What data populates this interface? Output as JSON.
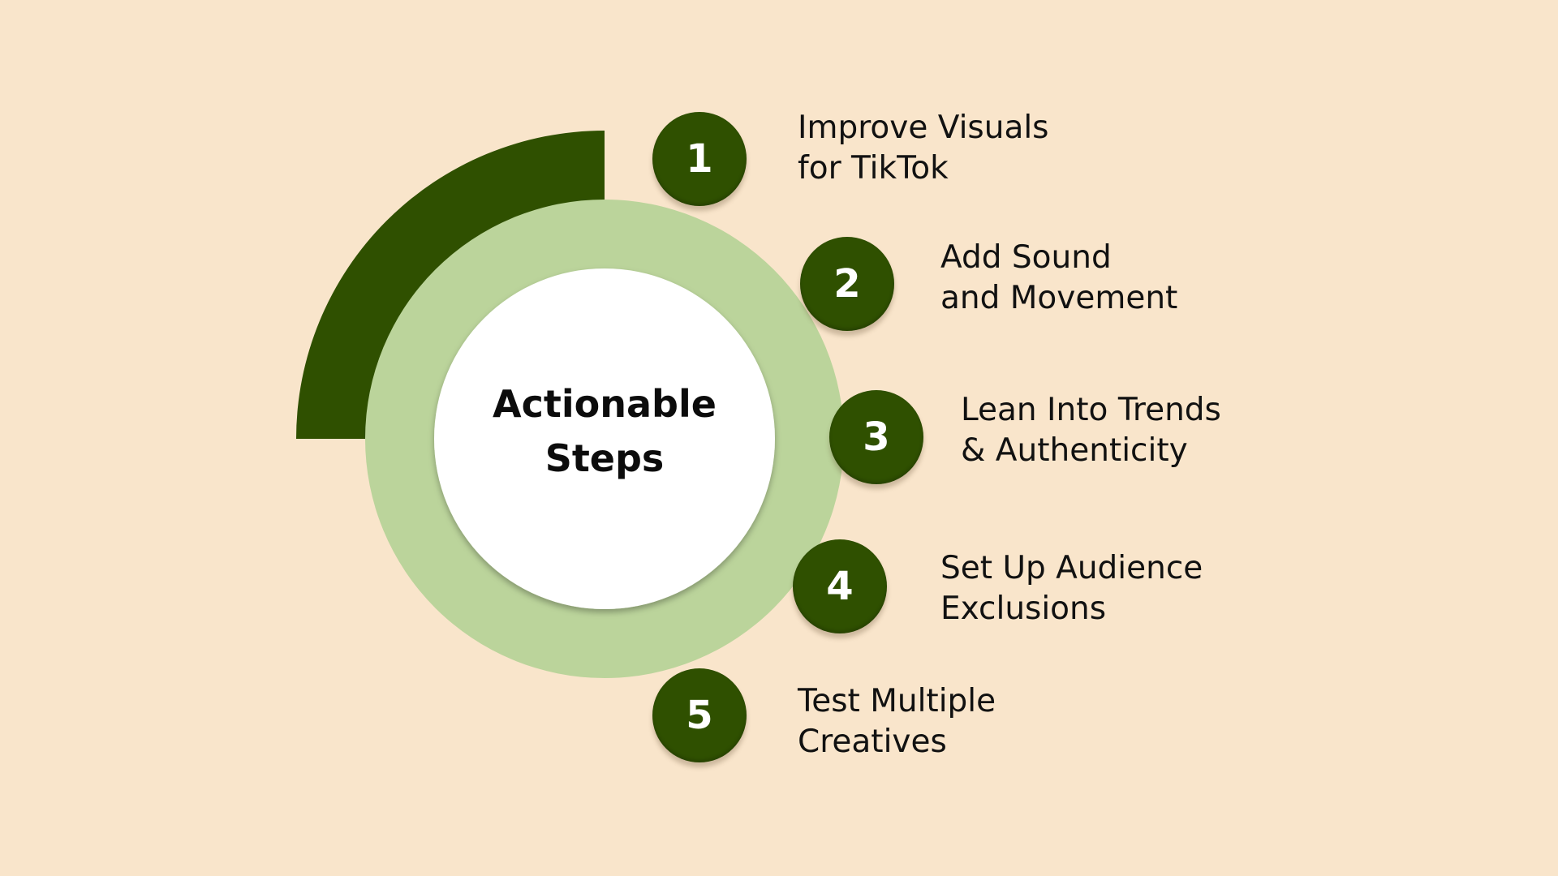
{
  "colors": {
    "background": "#f9e5cb",
    "dark_green": "#2f5000",
    "light_green": "#bbd49b",
    "center_fill": "#ffffff",
    "text": "#111111",
    "badge_text": "#ffffff"
  },
  "center": {
    "line1": "Actionable",
    "line2": "Steps"
  },
  "steps": [
    {
      "number": "1",
      "line1": "Improve Visuals",
      "line2": "for TikTok"
    },
    {
      "number": "2",
      "line1": "Add Sound",
      "line2": "and Movement"
    },
    {
      "number": "3",
      "line1": "Lean Into Trends",
      "line2": "& Authenticity"
    },
    {
      "number": "4",
      "line1": "Set Up Audience",
      "line2": "Exclusions"
    },
    {
      "number": "5",
      "line1": "Test Multiple",
      "line2": "Creatives"
    }
  ]
}
